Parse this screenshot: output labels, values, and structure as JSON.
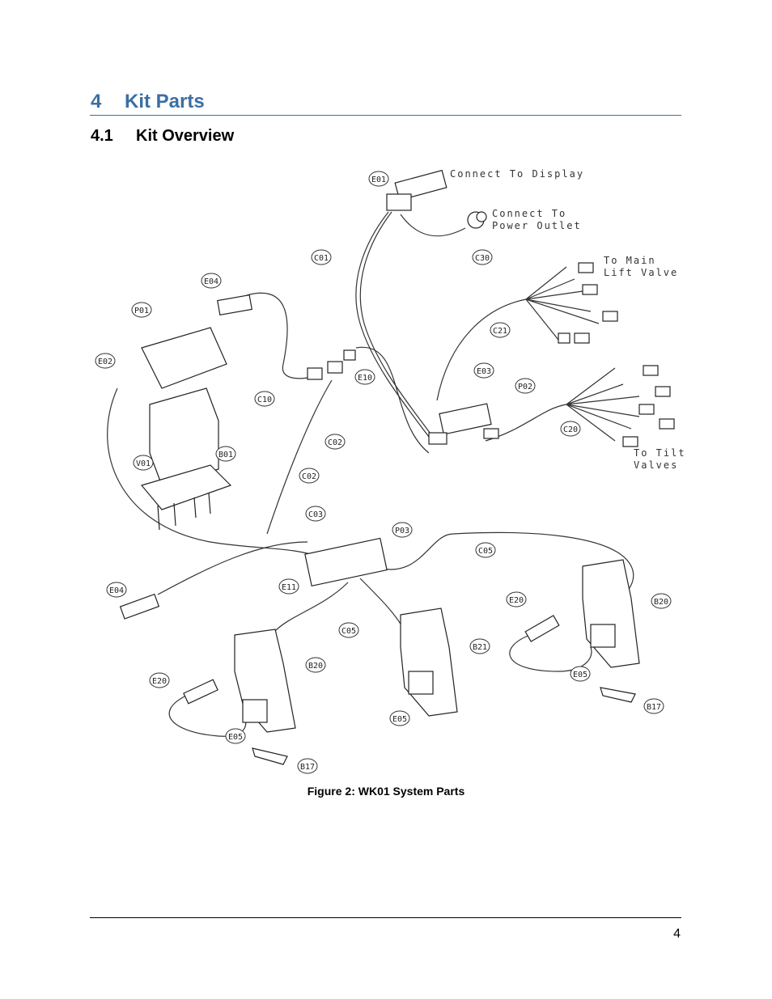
{
  "section": {
    "number": "4",
    "title": "Kit Parts"
  },
  "subsection": {
    "number": "4.1",
    "title": "Kit Overview"
  },
  "figure": {
    "caption": "Figure 2: WK01 System Parts",
    "callouts": {
      "E01": "E01",
      "C01": "C01",
      "C30": "C30",
      "C21": "C21",
      "E03": "E03",
      "P02": "P02",
      "C20": "C20",
      "C02a": "C02",
      "C02b": "C02",
      "E04a": "E04",
      "P01": "P01",
      "E02": "E02",
      "C10": "C10",
      "E10": "E10",
      "V01": "V01",
      "B01": "B01",
      "C03": "C03",
      "P03": "P03",
      "C05a": "C05",
      "C05b": "C05",
      "E11": "E11",
      "E04b": "E04",
      "E20a": "E20",
      "E20b": "E20",
      "B20a": "B20",
      "B20b": "B20",
      "B21": "B21",
      "E05a": "E05",
      "E05b": "E05",
      "E05c": "E05",
      "B17a": "B17",
      "B17b": "B17"
    },
    "notes": {
      "display": "Connect To Display",
      "power1": "Connect To",
      "power2": "Power Outlet",
      "lift1": "To Main",
      "lift2": "Lift Valve",
      "tilt1": "To Tilt",
      "tilt2": "Valves"
    }
  },
  "page_number": "4"
}
